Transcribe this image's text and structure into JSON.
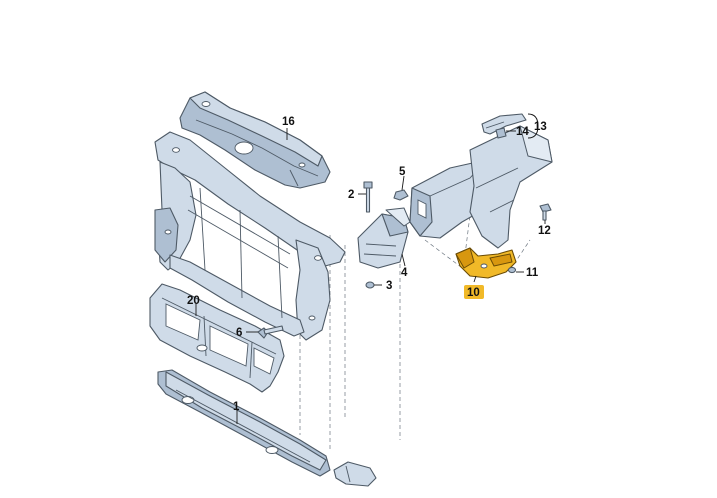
{
  "callouts": {
    "c1": "1",
    "c2": "2",
    "c3": "3",
    "c4": "4",
    "c5": "5",
    "c6": "6",
    "c10": "10",
    "c11": "11",
    "c12": "12",
    "c13": "13",
    "c14": "14",
    "c16": "16",
    "c20": "20"
  },
  "colors": {
    "part": "#cfdbe8",
    "outline": "#4e5a66",
    "highlight": "#f1b928",
    "background": "#ffffff"
  }
}
